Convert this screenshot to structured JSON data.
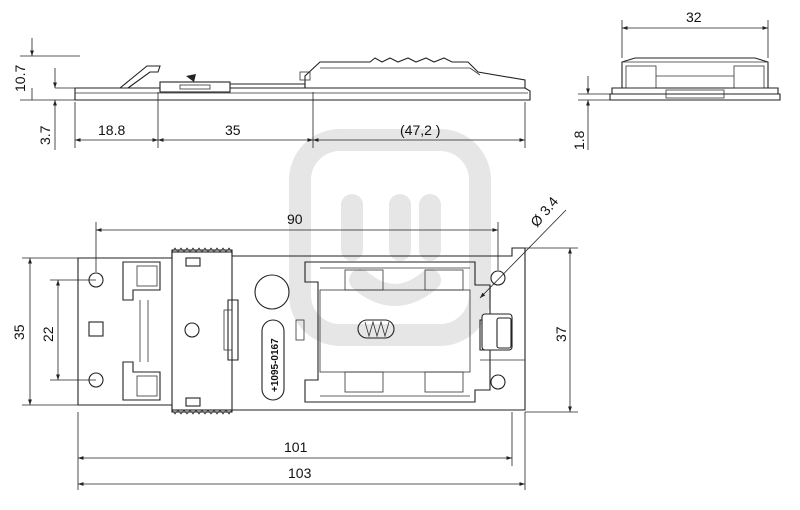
{
  "dimensions": {
    "side_height": "10.7",
    "side_offset": "3.7",
    "side_seg_a": "18.8",
    "side_seg_b": "35",
    "side_seg_c": "(47,2 )",
    "end_width": "32",
    "end_thickness": "1.8",
    "hole_spacing": "90",
    "hole_diameter": "Ø 3.4",
    "body_height": "35",
    "hole_pitch": "22",
    "clip_height": "37",
    "inner_length": "101",
    "overall_length": "103"
  },
  "part_marking": "+1095-0167"
}
